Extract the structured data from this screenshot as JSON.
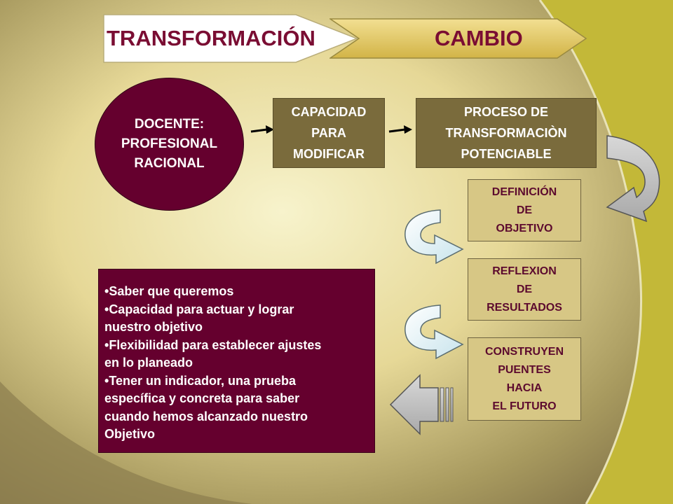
{
  "colors": {
    "background_light": "#f4efc4",
    "background_dark": "#85764a",
    "accent_olive": "#c3b838",
    "maroon": "#65002e",
    "dark_box": "#7a6b3c",
    "light_box": "#d7c785",
    "header_red": "#7a0d33"
  },
  "header": {
    "left": "TRANSFORMACIÓN",
    "right": "CAMBIO"
  },
  "nodes": {
    "docente": "DOCENTE:\nPROFESIONAL\nRACIONAL",
    "capacidad": "CAPACIDAD\nPARA\nMODIFICAR",
    "proceso": "PROCESO DE\nTRANSFORMACIÒN\nPOTENCIABLE",
    "definicion": "DEFINICIÓN\nDE\nOBJETIVO",
    "reflexion": "REFLEXION\nDE\nRESULTADOS",
    "construyen": "CONSTRUYEN\nPUENTES\nHACIA\nEL FUTURO"
  },
  "bullets": [
    "Saber que queremos",
    "Capacidad para actuar y lograr\nnuestro objetivo",
    "Flexibilidad para establecer ajustes\n  en lo planeado",
    "Tener un indicador, una prueba\n  específica y concreta  para saber\n  cuando hemos alcanzado nuestro\nObjetivo"
  ],
  "icons": [
    "arrow-right-icon",
    "curved-arrow-down-icon",
    "curved-arrow-right-icon",
    "striped-arrow-left-icon"
  ]
}
